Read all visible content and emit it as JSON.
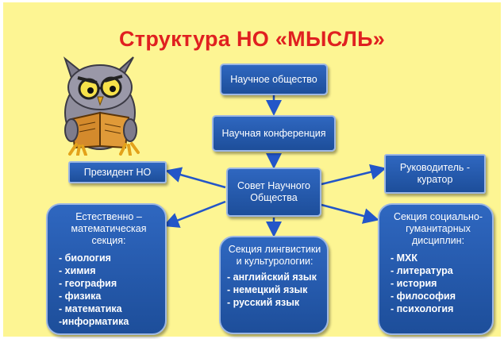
{
  "title": "Структура НО «МЫСЛЬ»",
  "nodes": {
    "society": "Научное общество",
    "conference": "Научная конференция",
    "council": "Совет Научного Общества",
    "president": "Президент НО",
    "curator": "Руководитель - куратор",
    "natural": {
      "head": "Естественно – математическая секция:",
      "items": [
        "- биология",
        "- химия",
        "- география",
        "- физика",
        "- математика",
        "-информатика"
      ]
    },
    "linguistic": {
      "head": "Секция лингвистики и культурологии:",
      "items": [
        "- английский язык",
        "- немецкий язык",
        "- русский язык"
      ]
    },
    "humanities": {
      "head": "Секция социально-гуманитарных дисциплин:",
      "items": [
        "- МХК",
        "- литература",
        "- история",
        "- философия",
        "- психология"
      ]
    }
  },
  "colors": {
    "background": "#fdf593",
    "title": "#e02020",
    "box": "#2a5fb4",
    "arrow": "#2356c8"
  },
  "icons": [
    "owl-reading-book-icon"
  ]
}
